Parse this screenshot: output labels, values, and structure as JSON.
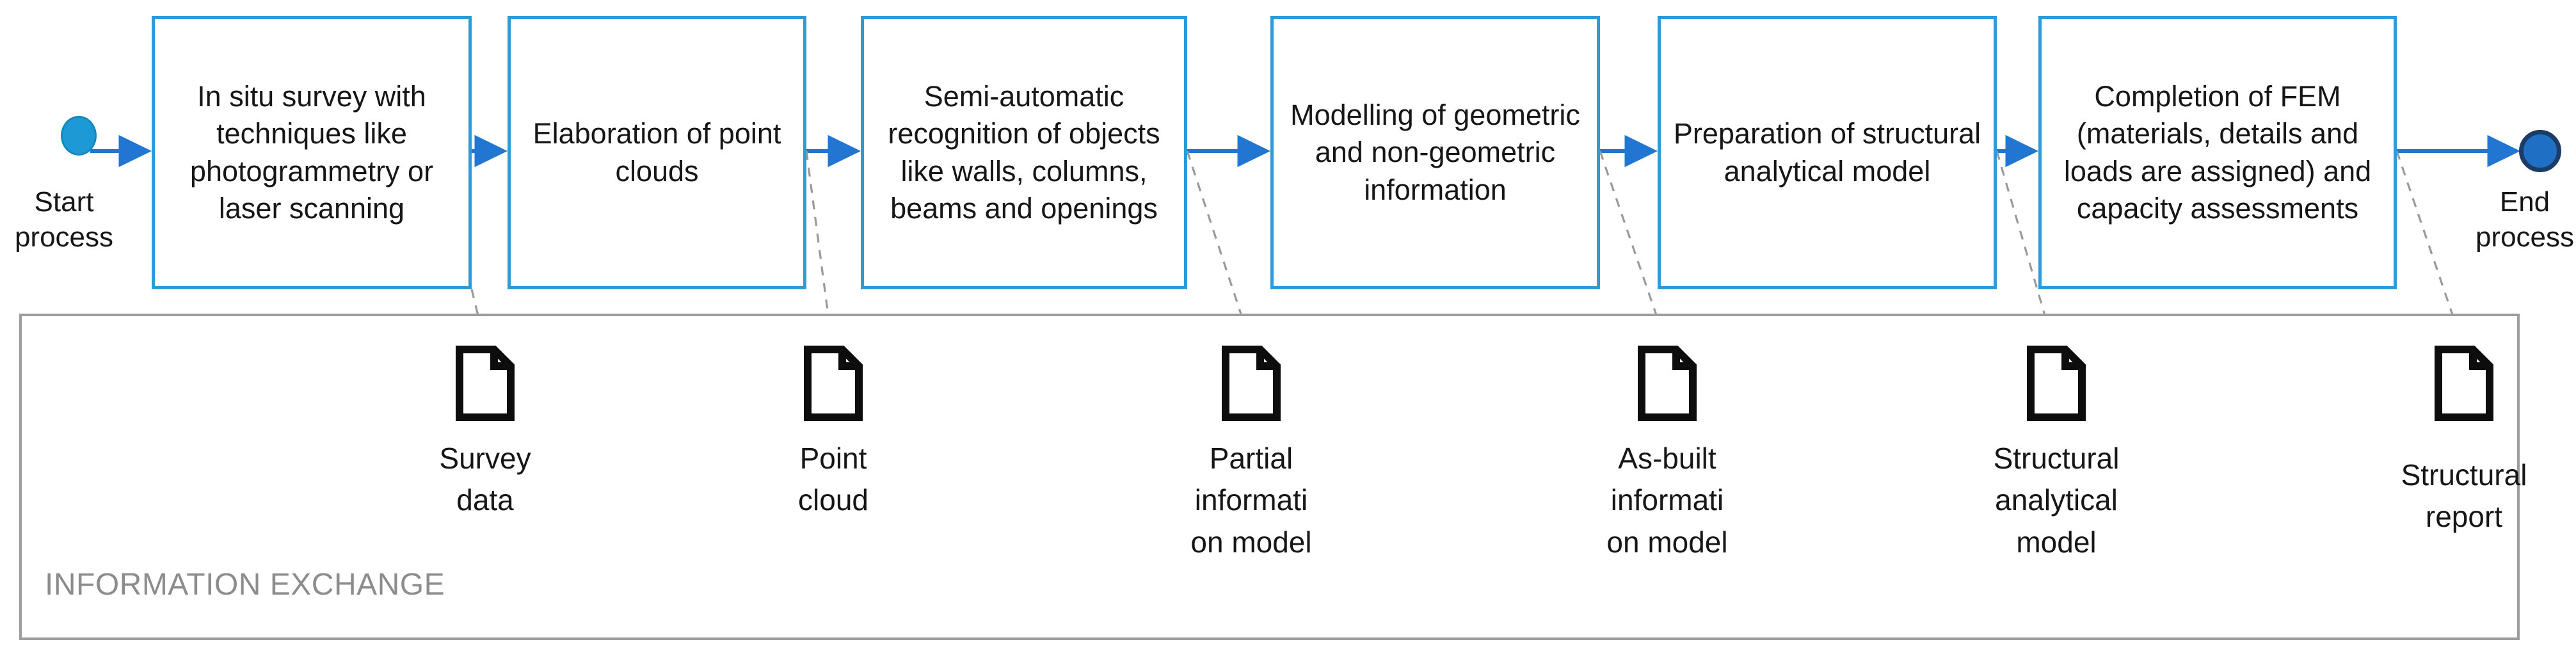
{
  "colors": {
    "box_border": "#2E9BD6",
    "arrow": "#2176D2",
    "start_fill": "#1B9AD6",
    "end_fill": "#1F6FC4",
    "end_stroke": "#1B3C66",
    "container_border": "#9D9D9D",
    "container_label": "#8C8C8C",
    "dashed_connector": "#8E8E8E",
    "text": "#161616"
  },
  "markers": {
    "start": {
      "label": "Start\nprocess",
      "name": "start-event"
    },
    "end": {
      "label": "End\nprocess",
      "name": "end-event"
    }
  },
  "process": {
    "steps": [
      {
        "id": 1,
        "label": "In situ survey with techniques like photogrammetry or laser scanning"
      },
      {
        "id": 2,
        "label": "Elaboration of point clouds"
      },
      {
        "id": 3,
        "label": "Semi-automatic recognition of objects like walls, columns, beams and openings"
      },
      {
        "id": 4,
        "label": "Modelling of geometric and non-geometric information"
      },
      {
        "id": 5,
        "label": "Preparation of structural analytical model"
      },
      {
        "id": 6,
        "label": "Completion of FEM (materials, details and loads are assigned) and capacity assessments"
      }
    ]
  },
  "information_exchange": {
    "title": "INFORMATION EXCHANGE",
    "artifacts": [
      {
        "id": 1,
        "icon": "document-icon",
        "label": "Survey\ndata"
      },
      {
        "id": 2,
        "icon": "document-icon",
        "label": "Point\ncloud"
      },
      {
        "id": 3,
        "icon": "document-icon",
        "label": "Partial\ninformati\non  model"
      },
      {
        "id": 4,
        "icon": "document-icon",
        "label": "As-built\ninformati\non  model"
      },
      {
        "id": 5,
        "icon": "document-icon",
        "label": "Structural\nanalytical\nmodel"
      },
      {
        "id": 6,
        "icon": "document-icon",
        "label": "Structural\nreport"
      }
    ]
  }
}
